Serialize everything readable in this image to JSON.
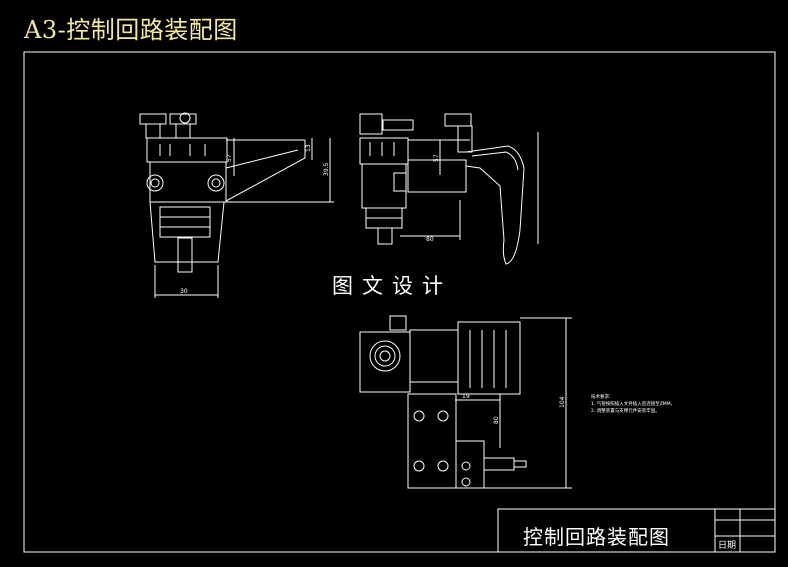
{
  "header": {
    "title": "A3-控制回路装配图"
  },
  "watermark": {
    "text": "图文设计"
  },
  "title_block": {
    "drawing_name": "控制回路装配图",
    "date_label": "日期"
  },
  "technical_notes": {
    "heading": "技术要求:",
    "lines": [
      "1. 气管按照插入文件插入后连接至ZMM。",
      "2. 调整装置与支撑元件安装牢固。"
    ]
  },
  "dimensions": {
    "front_width": "30",
    "front_height_a": "57",
    "front_height_b": "13",
    "front_height_c": "39.5",
    "side_height": "57",
    "side_width": "80",
    "plan_height": "104",
    "plan_inner": "80",
    "plan_offset": "19"
  },
  "colors": {
    "background": "#000000",
    "lines": "#ffffff",
    "header": "#f5e89a"
  }
}
